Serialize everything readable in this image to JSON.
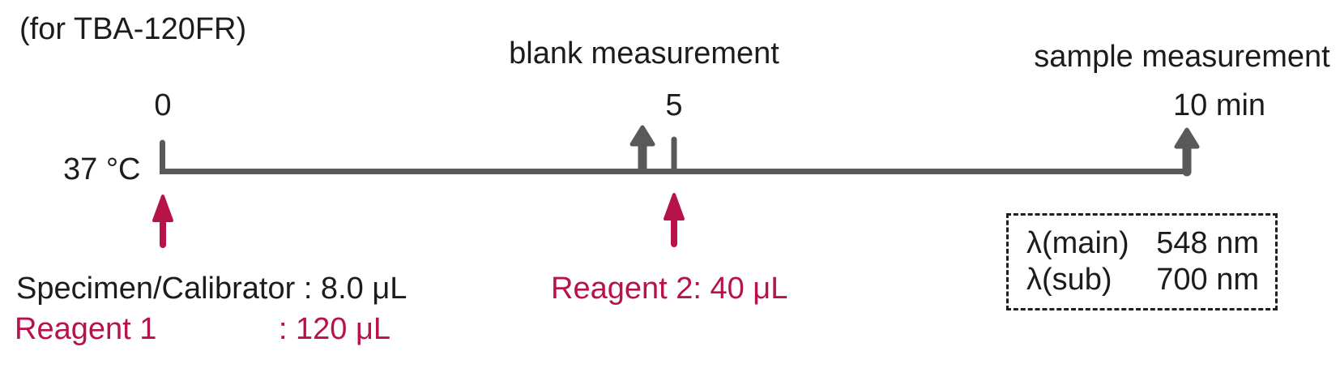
{
  "colors": {
    "accent": "#b81349",
    "timeline_gray": "#58595a",
    "text": "#1c1c1c"
  },
  "header": {
    "analyzer_note": "(for TBA-120FR)"
  },
  "timeline": {
    "temperature_label": "37 °C",
    "tick_labels": {
      "start": "0",
      "middle": "5",
      "end": "10 min"
    },
    "blank_measurement_label": "blank measurement",
    "sample_measurement_label": "sample measurement"
  },
  "reagents": {
    "specimen_line": "Specimen/Calibrator : 8.0 μL",
    "reagent1_label": "Reagent 1",
    "reagent1_value": ": 120 μL",
    "reagent2_line": "Reagent 2: 40 μL"
  },
  "wavelength_box": {
    "rows": [
      {
        "label": "λ(main)",
        "value": "548 nm"
      },
      {
        "label": "λ(sub)",
        "value": "700 nm"
      }
    ]
  }
}
